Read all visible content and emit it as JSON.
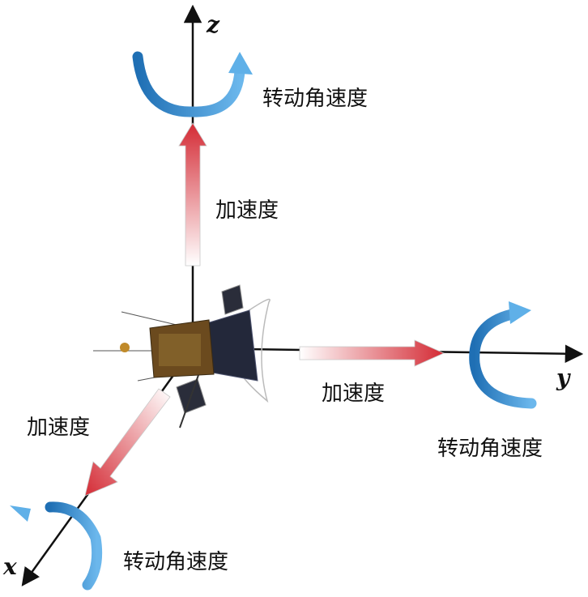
{
  "axes": {
    "x": {
      "label": "x"
    },
    "y": {
      "label": "y"
    },
    "z": {
      "label": "z"
    }
  },
  "labels": {
    "z_rotation": "转动角速度",
    "z_acceleration": "加速度",
    "y_acceleration": "加速度",
    "y_rotation": "转动角速度",
    "x_acceleration": "加速度",
    "x_rotation": "转动角速度"
  },
  "colors": {
    "axis": "#111111",
    "acceleration_arrow": "#d42b35",
    "rotation_arrow": "#3a8fd0",
    "spacecraft_body": "#6b4a1e",
    "solar_panel": "#23283a"
  }
}
